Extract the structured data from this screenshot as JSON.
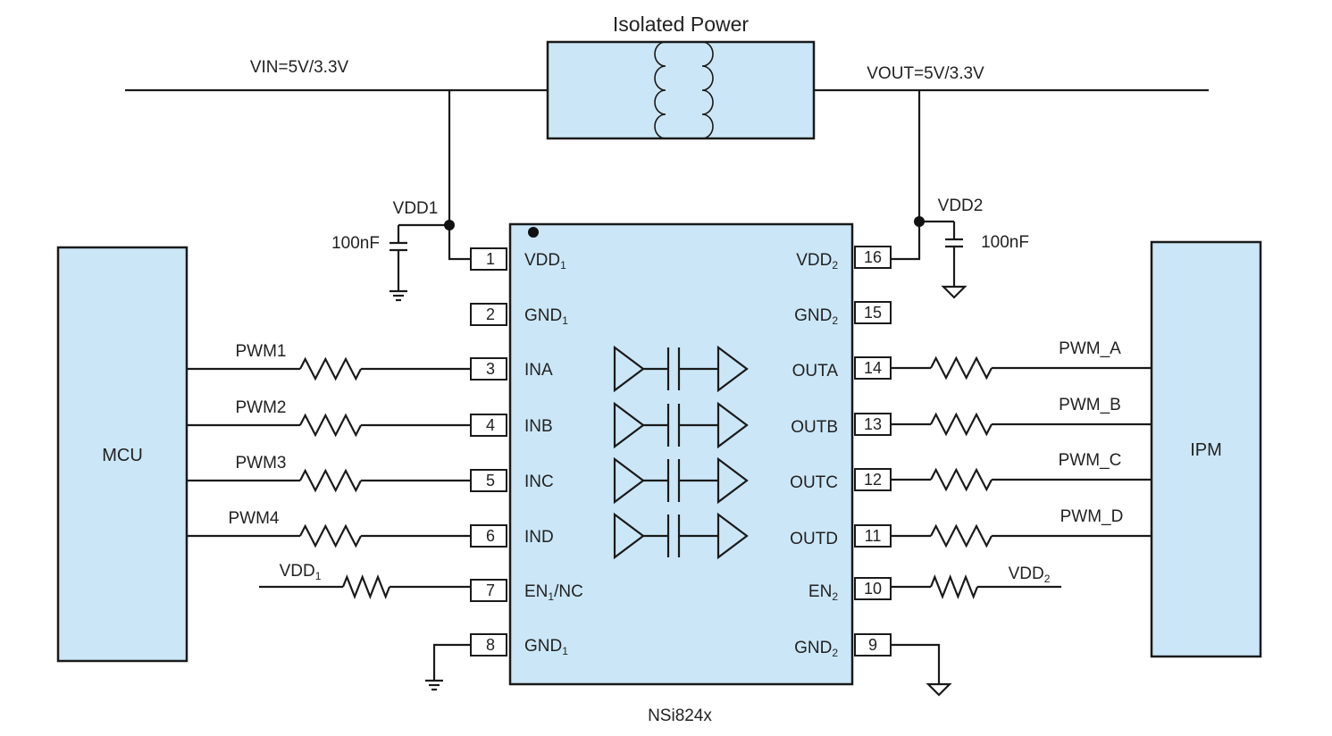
{
  "power": {
    "title": "Isolated Power",
    "vin_label": "VIN=5V/3.3V",
    "vout_label": "VOUT=5V/3.3V"
  },
  "chip": {
    "name": "NSi824x",
    "left_pins": [
      {
        "num": "1",
        "name": "VDD",
        "sub": "1"
      },
      {
        "num": "2",
        "name": "GND",
        "sub": "1"
      },
      {
        "num": "3",
        "name": "INA",
        "sub": ""
      },
      {
        "num": "4",
        "name": "INB",
        "sub": ""
      },
      {
        "num": "5",
        "name": "INC",
        "sub": ""
      },
      {
        "num": "6",
        "name": "IND",
        "sub": ""
      },
      {
        "num": "7",
        "name": "EN",
        "sub": "1",
        "suffix": "/NC"
      },
      {
        "num": "8",
        "name": "GND",
        "sub": "1"
      }
    ],
    "right_pins": [
      {
        "num": "16",
        "name": "VDD",
        "sub": "2"
      },
      {
        "num": "15",
        "name": "GND",
        "sub": "2"
      },
      {
        "num": "14",
        "name": "OUTA",
        "sub": ""
      },
      {
        "num": "13",
        "name": "OUTB",
        "sub": ""
      },
      {
        "num": "12",
        "name": "OUTC",
        "sub": ""
      },
      {
        "num": "11",
        "name": "OUTD",
        "sub": ""
      },
      {
        "num": "10",
        "name": "EN",
        "sub": "2"
      },
      {
        "num": "9",
        "name": "GND",
        "sub": "2"
      }
    ]
  },
  "mcu": {
    "label": "MCU"
  },
  "ipm": {
    "label": "IPM"
  },
  "left_signals": [
    "PWM1",
    "PWM2",
    "PWM3",
    "PWM4"
  ],
  "right_signals": [
    "PWM_A",
    "PWM_B",
    "PWM_C",
    "PWM_D"
  ],
  "decoupling": {
    "vdd1_label": "VDD1",
    "vdd2_label": "VDD2",
    "cap1_value": "100nF",
    "cap2_value": "100nF"
  },
  "pullups": {
    "left": {
      "name": "VDD",
      "sub": "1"
    },
    "right": {
      "name": "VDD",
      "sub": "2"
    }
  },
  "colors": {
    "block_fill": "#cbe7f7",
    "line": "#1a1a1a"
  }
}
